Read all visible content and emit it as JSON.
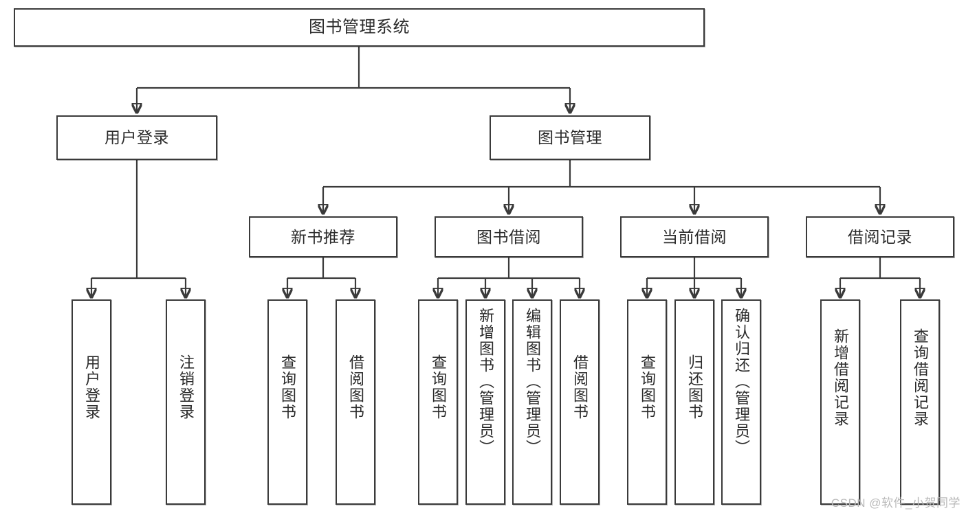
{
  "diagram": {
    "type": "hierarchy-tree",
    "title": "图书管理系统",
    "watermark": "CSDN @软件_小贺同学",
    "nodes": {
      "root": {
        "label": "图书管理系统"
      },
      "tier2": [
        {
          "id": "user-login",
          "label": "用户登录"
        },
        {
          "id": "book-management",
          "label": "图书管理"
        }
      ],
      "tier3": [
        {
          "id": "new-book-recommend",
          "label": "新书推荐"
        },
        {
          "id": "book-borrow",
          "label": "图书借阅"
        },
        {
          "id": "current-borrow",
          "label": "当前借阅"
        },
        {
          "id": "borrow-record",
          "label": "借阅记录"
        }
      ],
      "leaves": {
        "user_login": [
          {
            "id": "leaf-user-login",
            "label": "用户登录"
          },
          {
            "id": "leaf-logout-login",
            "label": "注销登录"
          }
        ],
        "new_book_recommend": [
          {
            "id": "leaf-query-book-1",
            "label": "查询图书"
          },
          {
            "id": "leaf-borrow-book-1",
            "label": "借阅图书"
          }
        ],
        "book_borrow": [
          {
            "id": "leaf-query-book-2",
            "label": "查询图书"
          },
          {
            "id": "leaf-add-book",
            "label": "新增图书（管理员）"
          },
          {
            "id": "leaf-edit-book",
            "label": "编辑图书（管理员）"
          },
          {
            "id": "leaf-borrow-book-2",
            "label": "借阅图书"
          }
        ],
        "current_borrow": [
          {
            "id": "leaf-query-book-3",
            "label": "查询图书"
          },
          {
            "id": "leaf-return-book",
            "label": "归还图书"
          },
          {
            "id": "leaf-confirm-return",
            "label": "确认归还（管理员）"
          }
        ],
        "borrow_record": [
          {
            "id": "leaf-add-borrow-record",
            "label": "新增借阅记录"
          },
          {
            "id": "leaf-query-borrow-record",
            "label": "查询借阅记录"
          }
        ]
      }
    },
    "colors": {
      "stroke": "#3a3a3a",
      "fill": "#ffffff",
      "text": "#2b2b2b",
      "watermark": "#b9b9b9"
    }
  }
}
